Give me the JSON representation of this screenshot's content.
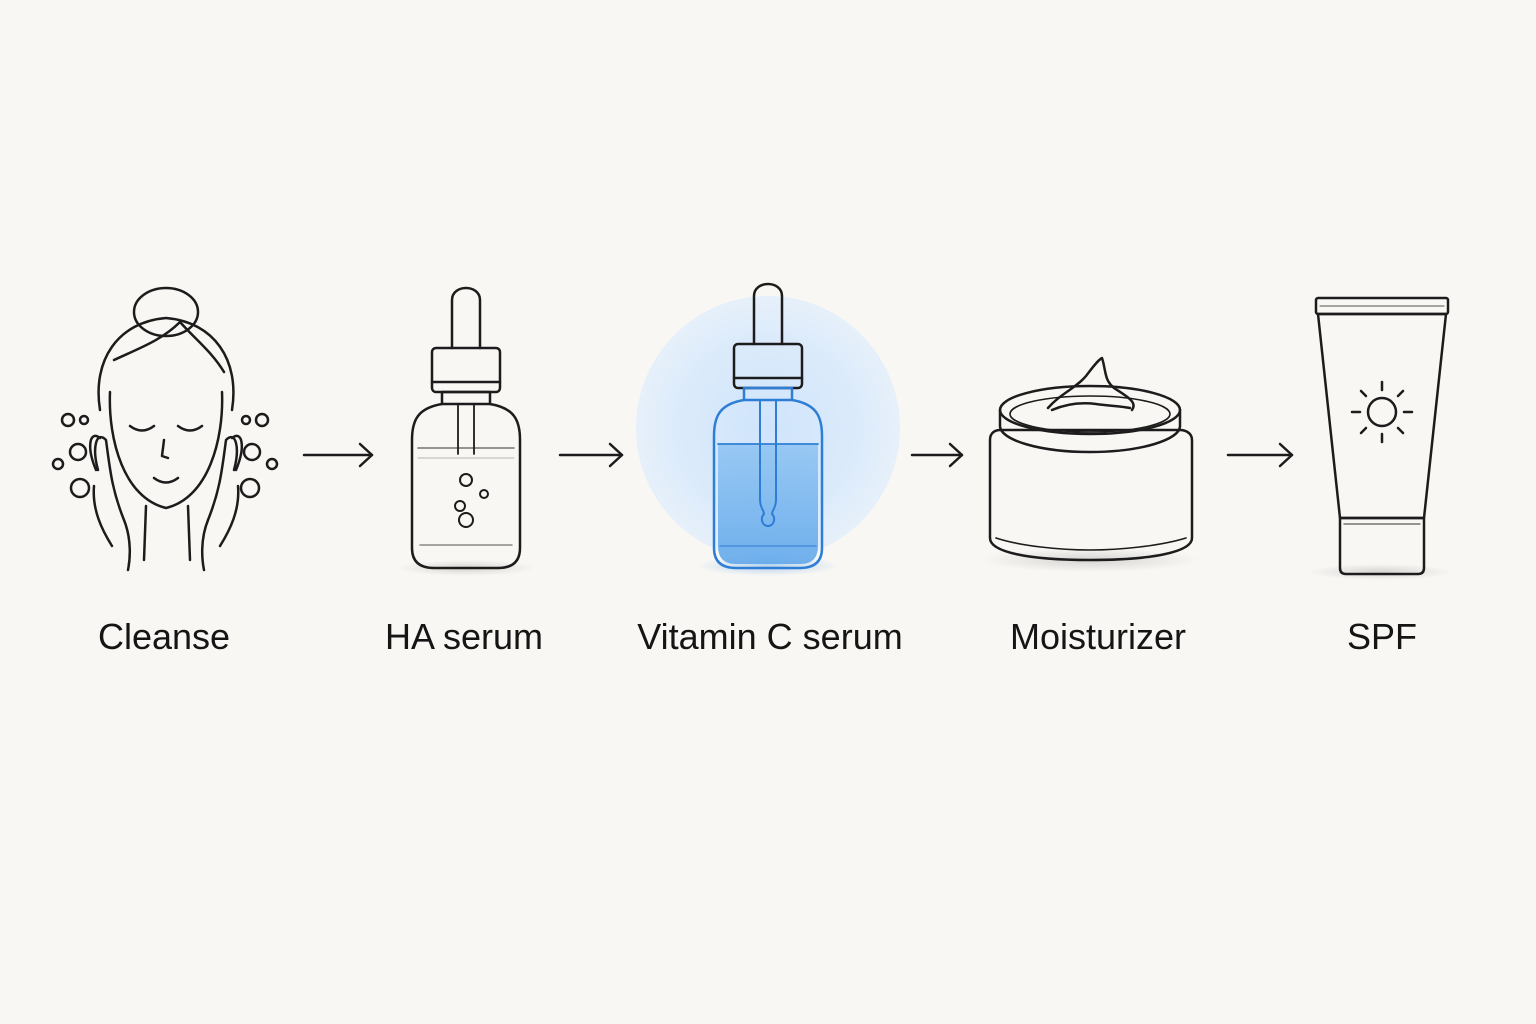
{
  "steps": [
    {
      "label": "Cleanse",
      "icon": "face-washing-icon"
    },
    {
      "label": "HA serum",
      "icon": "dropper-bottle-icon"
    },
    {
      "label": "Vitamin C serum",
      "icon": "dropper-bottle-blue-icon",
      "highlighted": true
    },
    {
      "label": "Moisturizer",
      "icon": "cream-jar-icon"
    },
    {
      "label": "SPF",
      "icon": "sunscreen-tube-icon"
    }
  ],
  "connectors": [
    "arrow-right-icon",
    "arrow-right-icon",
    "arrow-right-icon",
    "arrow-right-icon"
  ],
  "colors": {
    "line": "#1c1c1c",
    "highlight": "#3d8fe0",
    "highlight_glow": "#d9eafb",
    "background": "#f8f7f4"
  }
}
